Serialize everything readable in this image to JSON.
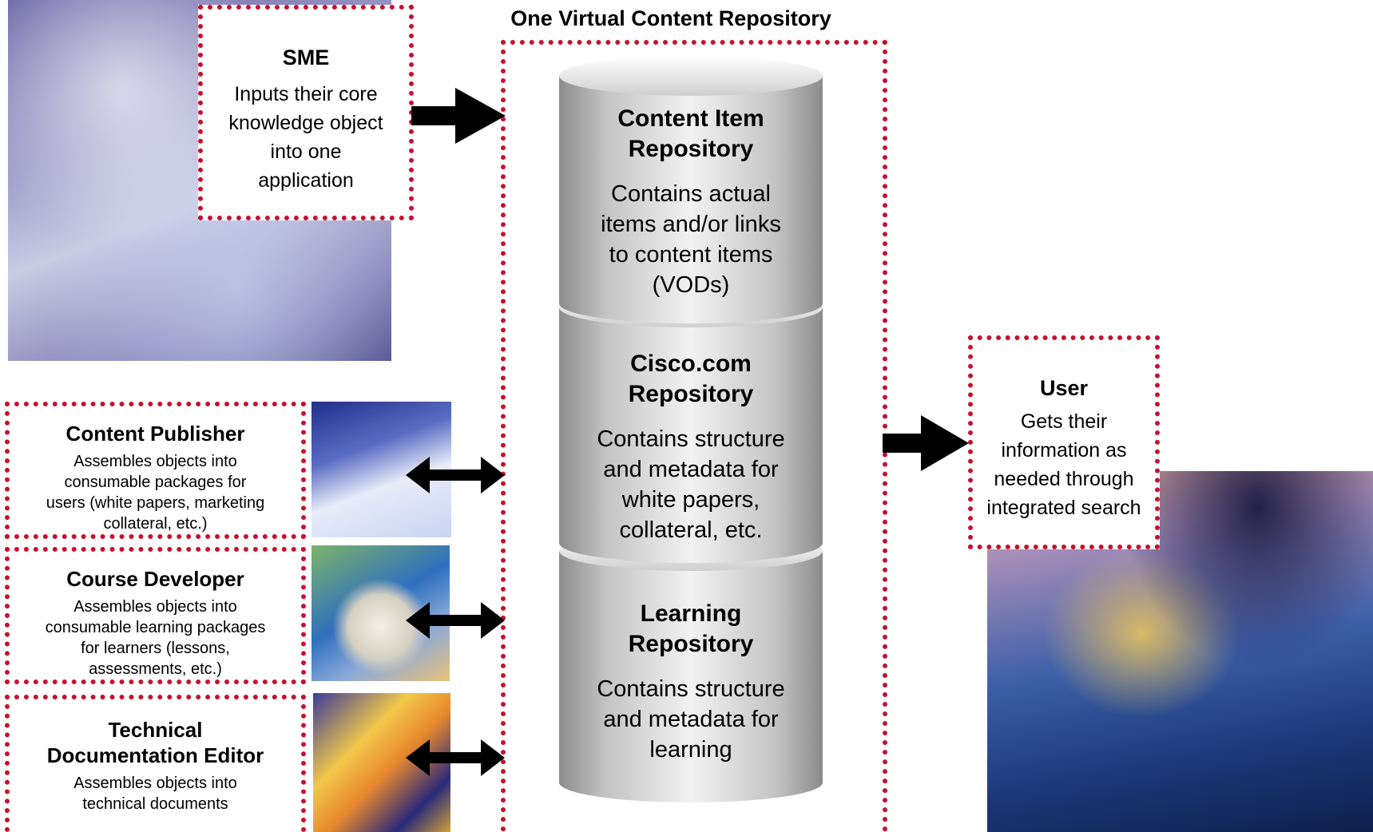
{
  "repository_title": "One Virtual Content Repository",
  "sme": {
    "title": "SME",
    "body_lines": [
      "Inputs their core",
      "knowledge object",
      "into one",
      "application"
    ]
  },
  "repositories": [
    {
      "title_lines": [
        "Content Item",
        "Repository"
      ],
      "body_lines": [
        "Contains actual",
        "items and/or links",
        "to content items",
        "(VODs)"
      ]
    },
    {
      "title_lines": [
        "Cisco.com",
        "Repository"
      ],
      "body_lines": [
        "Contains structure",
        "and metadata for",
        "white papers,",
        "collateral, etc."
      ]
    },
    {
      "title_lines": [
        "Learning",
        "Repository"
      ],
      "body_lines": [
        "Contains structure",
        "and metadata for",
        "learning"
      ]
    }
  ],
  "roles": [
    {
      "title_lines": [
        "Content Publisher"
      ],
      "body_lines": [
        "Assembles objects into",
        "consumable packages for",
        "users (white papers, marketing",
        "collateral, etc.)"
      ]
    },
    {
      "title_lines": [
        "Course Developer"
      ],
      "body_lines": [
        "Assembles objects into",
        "consumable learning packages",
        "for learners (lessons,",
        "assessments, etc.)"
      ]
    },
    {
      "title_lines": [
        "Technical",
        "Documentation Editor"
      ],
      "body_lines": [
        "Assembles objects into",
        "technical documents"
      ]
    }
  ],
  "user": {
    "title": "User",
    "body_lines": [
      "Gets their",
      "information as",
      "needed through",
      "integrated search"
    ]
  },
  "colors": {
    "dotted_border": "#c8102e",
    "arrow": "#000000",
    "cylinder_light": "#f2f2f2",
    "cylinder_dark": "#8c8c8c"
  }
}
